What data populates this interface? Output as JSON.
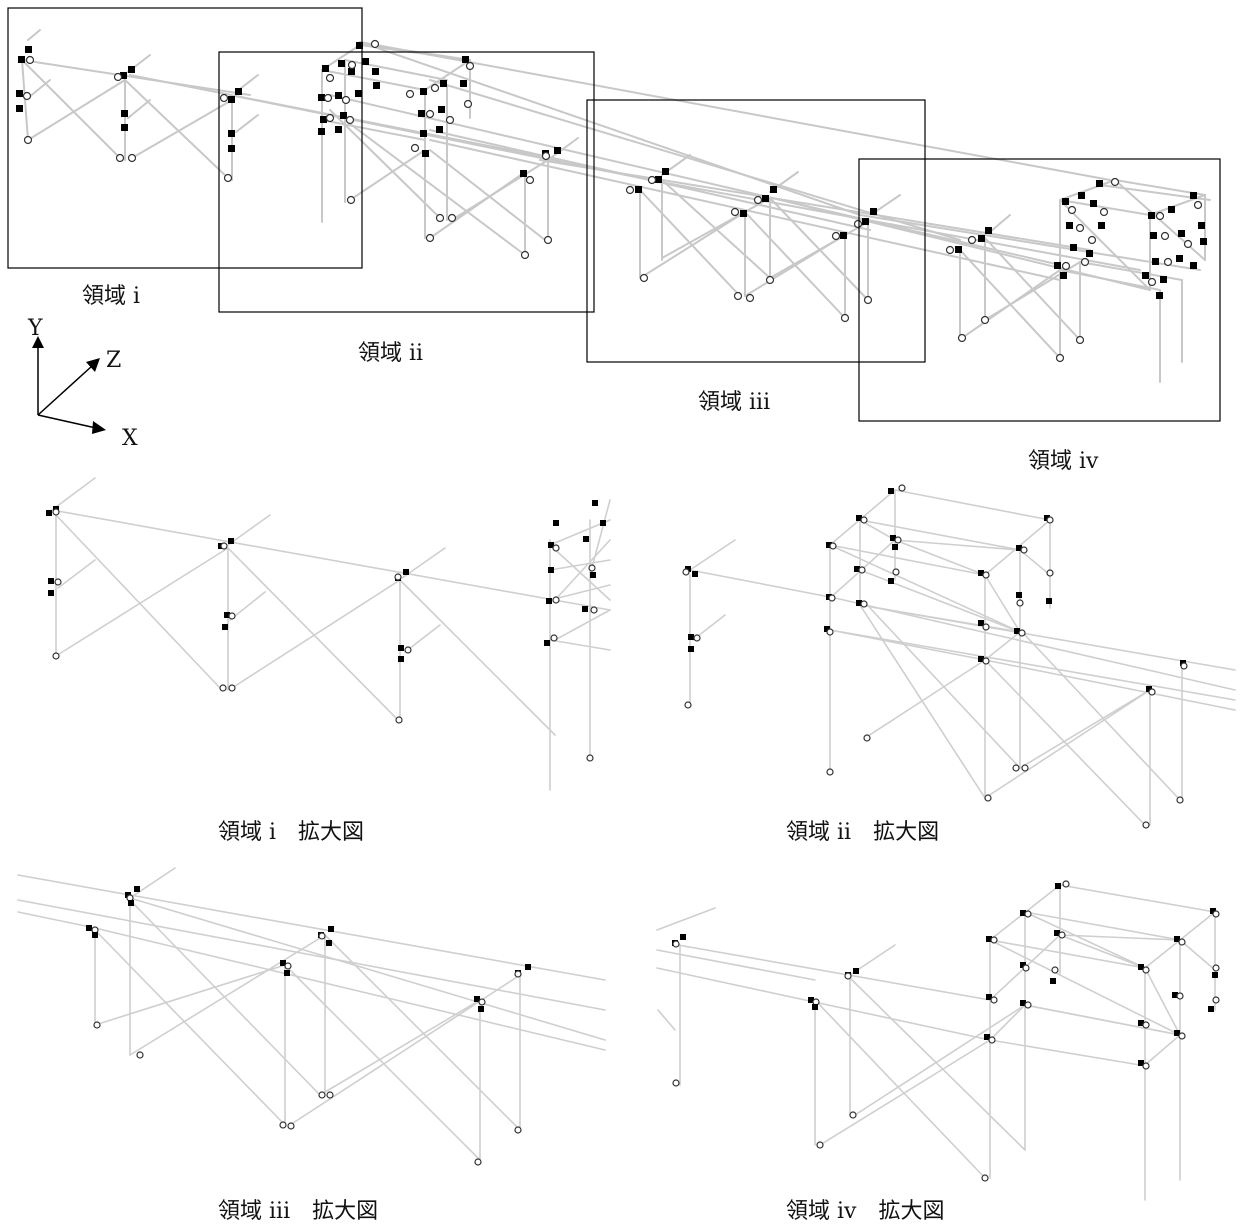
{
  "labels": {
    "region_i": "領域 i",
    "region_ii": "領域 ii",
    "region_iii": "領域 iii",
    "region_iv": "領域 iv",
    "zoom_i": "領域 i　拡大図",
    "zoom_ii": "領域 ii　拡大図",
    "zoom_iii": "領域 iii　拡大図",
    "zoom_iv": "領域 iv　拡大図"
  },
  "axes": {
    "y": "Y",
    "z": "Z",
    "x": "X"
  },
  "colors": {
    "member": "#c8c8c8",
    "support": "#000000",
    "box": "#000000"
  }
}
